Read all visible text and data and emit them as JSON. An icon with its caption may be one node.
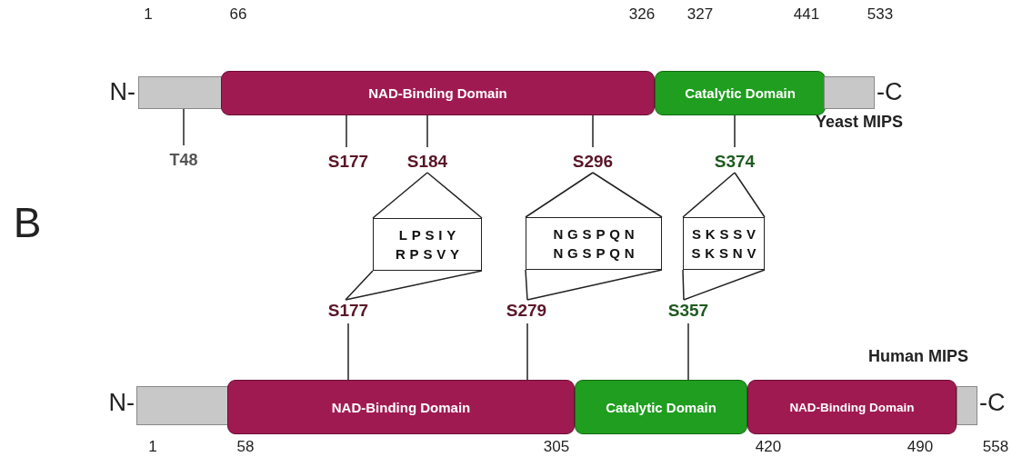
{
  "diagram": {
    "nodes": [
      {
        "text": [],
        "shape": "bar"
      },
      {
        "text": [
          "NAD-Binding Domain"
        ]
      },
      {
        "text": [
          "Catalytic Domain"
        ]
      },
      {
        "text": [],
        "shape": "bar"
      },
      {
        "text": [
          "T48"
        ]
      },
      {
        "text": [
          "S177"
        ]
      },
      {
        "text": [
          "S184"
        ]
      },
      {
        "text": [
          "S296"
        ]
      },
      {
        "text": [
          "S374"
        ]
      },
      {
        "text": [
          "LPSIY",
          "RPSVY"
        ]
      },
      {
        "text": [
          "NGSPQN",
          "NGSPQN"
        ]
      },
      {
        "text": [
          "SKSSV",
          "SKSNV"
        ]
      },
      {
        "text": [
          "S177"
        ]
      },
      {
        "text": [
          "S279"
        ]
      },
      {
        "text": [
          "S357"
        ]
      },
      {
        "text": [],
        "shape": "bar"
      },
      {
        "text": [
          "NAD-Binding Domain"
        ]
      },
      {
        "text": [
          "Catalytic Domain"
        ]
      },
      {
        "text": [
          "NAD-Binding Domain"
        ]
      },
      {
        "text": [],
        "shape": "bar"
      }
    ],
    "edges": [
      {
        "from": 4,
        "to": 0,
        "arrow": "none"
      },
      {
        "from": 5,
        "to": 1,
        "arrow": "none"
      },
      {
        "from": 6,
        "to": 1,
        "arrow": "none"
      },
      {
        "from": 7,
        "to": 1,
        "arrow": "none"
      },
      {
        "from": 8,
        "to": 2,
        "arrow": "none"
      },
      {
        "from": 6,
        "to": 9,
        "arrow": "none"
      },
      {
        "from": 7,
        "to": 10,
        "arrow": "none"
      },
      {
        "from": 8,
        "to": 11,
        "arrow": "none"
      },
      {
        "from": 9,
        "to": 12,
        "arrow": "none"
      },
      {
        "from": 10,
        "to": 13,
        "arrow": "none"
      },
      {
        "from": 11,
        "to": 14,
        "arrow": "none"
      },
      {
        "from": 12,
        "to": 16,
        "arrow": "none"
      },
      {
        "from": 13,
        "to": 16,
        "arrow": "none"
      },
      {
        "from": 14,
        "to": 17,
        "arrow": "none"
      }
    ],
    "labels": [
      "1",
      "66",
      "326",
      "327",
      "441",
      "533",
      "N-",
      "-C",
      "Yeast MIPS",
      "B",
      "Human MIPS",
      "N-",
      "-C",
      "1",
      "58",
      "305",
      "420",
      "490",
      "558"
    ]
  }
}
